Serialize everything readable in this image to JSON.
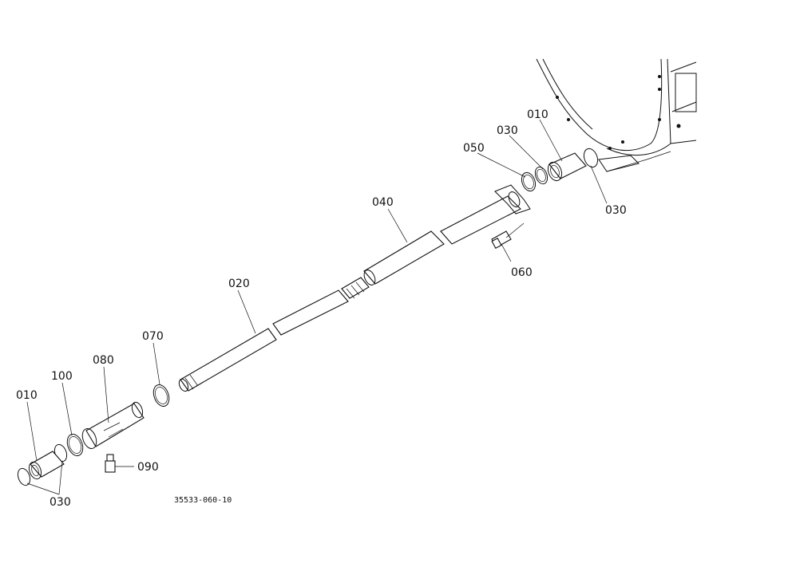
{
  "diagram": {
    "reference_number": "35533-060-10",
    "parts": [
      {
        "id": "p010_right",
        "label": "010"
      },
      {
        "id": "p030_top",
        "label": "030"
      },
      {
        "id": "p050",
        "label": "050"
      },
      {
        "id": "p030_right",
        "label": "030"
      },
      {
        "id": "p040",
        "label": "040"
      },
      {
        "id": "p060",
        "label": "060"
      },
      {
        "id": "p020",
        "label": "020"
      },
      {
        "id": "p070",
        "label": "070"
      },
      {
        "id": "p080",
        "label": "080"
      },
      {
        "id": "p100",
        "label": "100"
      },
      {
        "id": "p010_left",
        "label": "010"
      },
      {
        "id": "p090",
        "label": "090"
      },
      {
        "id": "p030_left",
        "label": "030"
      }
    ]
  }
}
